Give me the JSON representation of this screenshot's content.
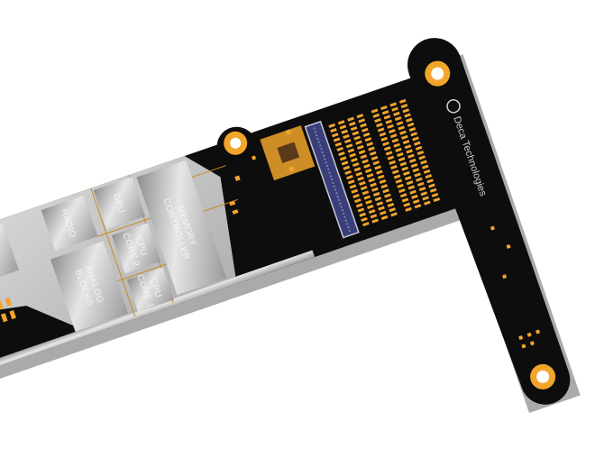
{
  "brand": {
    "name": "Deca Technologies"
  },
  "chips": [
    {
      "id": "memory",
      "lines": [
        "MEMORY",
        "CONTROLLER"
      ]
    },
    {
      "id": "gpu",
      "lines": [
        "GPU"
      ]
    },
    {
      "id": "cpu2",
      "lines": [
        "CPU",
        "CORE 2"
      ]
    },
    {
      "id": "cpu1",
      "lines": [
        "CPU",
        "CORE 1"
      ]
    },
    {
      "id": "radio",
      "lines": [
        "RADIO"
      ]
    },
    {
      "id": "analog",
      "lines": [
        "ANALOG",
        "BLOCKS"
      ]
    }
  ],
  "colors": {
    "board": "#0d0d0d",
    "gold": "#f2a52b",
    "silver": "#bdbdbd",
    "connector": "#3a3f7a",
    "shadow": "#a9a9a9"
  }
}
